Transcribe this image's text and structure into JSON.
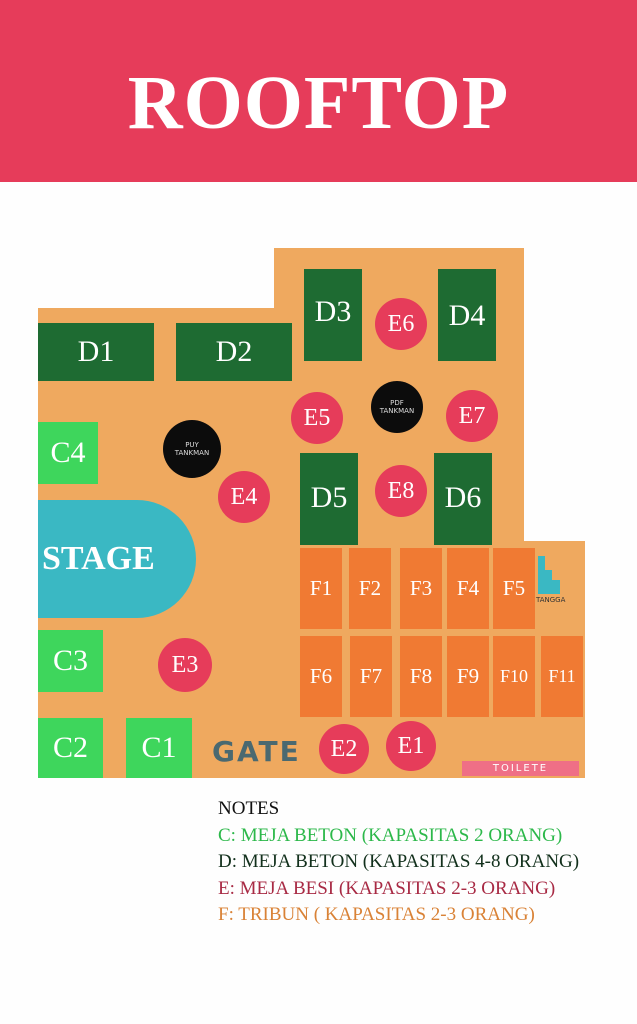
{
  "title": "ROOFTOP",
  "colors": {
    "header": "#e63c5a",
    "floor": "#efa95f",
    "table_c": "#3ed65c",
    "table_d": "#1e6b32",
    "table_e": "#e63c5a",
    "table_f": "#f07a33",
    "stage": "#3ab8c3"
  },
  "stage_label": "STAGE",
  "gate_label": "GATE",
  "toilet_label": "TOILETE",
  "stairs_label": "TANGGA",
  "tank_left": {
    "line1": "PUY",
    "line2": "TANKMAN"
  },
  "tank_right": {
    "line1": "PDF",
    "line2": "TANKMAN"
  },
  "tables_c": [
    "C1",
    "C2",
    "C3",
    "C4"
  ],
  "tables_d": [
    "D1",
    "D2",
    "D3",
    "D4",
    "D5",
    "D6"
  ],
  "tables_e": [
    "E1",
    "E2",
    "E3",
    "E4",
    "E5",
    "E6",
    "E7",
    "E8"
  ],
  "tables_f": [
    "F1",
    "F2",
    "F3",
    "F4",
    "F5",
    "F6",
    "F7",
    "F8",
    "F9",
    "F10",
    "F11"
  ],
  "notes": {
    "heading": "NOTES",
    "c": "C: MEJA BETON (KAPASITAS 2 ORANG)",
    "d": "D: MEJA BETON (KAPASITAS 4-8 ORANG)",
    "e": "E: MEJA BESI (KAPASITAS 2-3 ORANG)",
    "f": "F: TRIBUN ( KAPASITAS 2-3 ORANG)"
  }
}
